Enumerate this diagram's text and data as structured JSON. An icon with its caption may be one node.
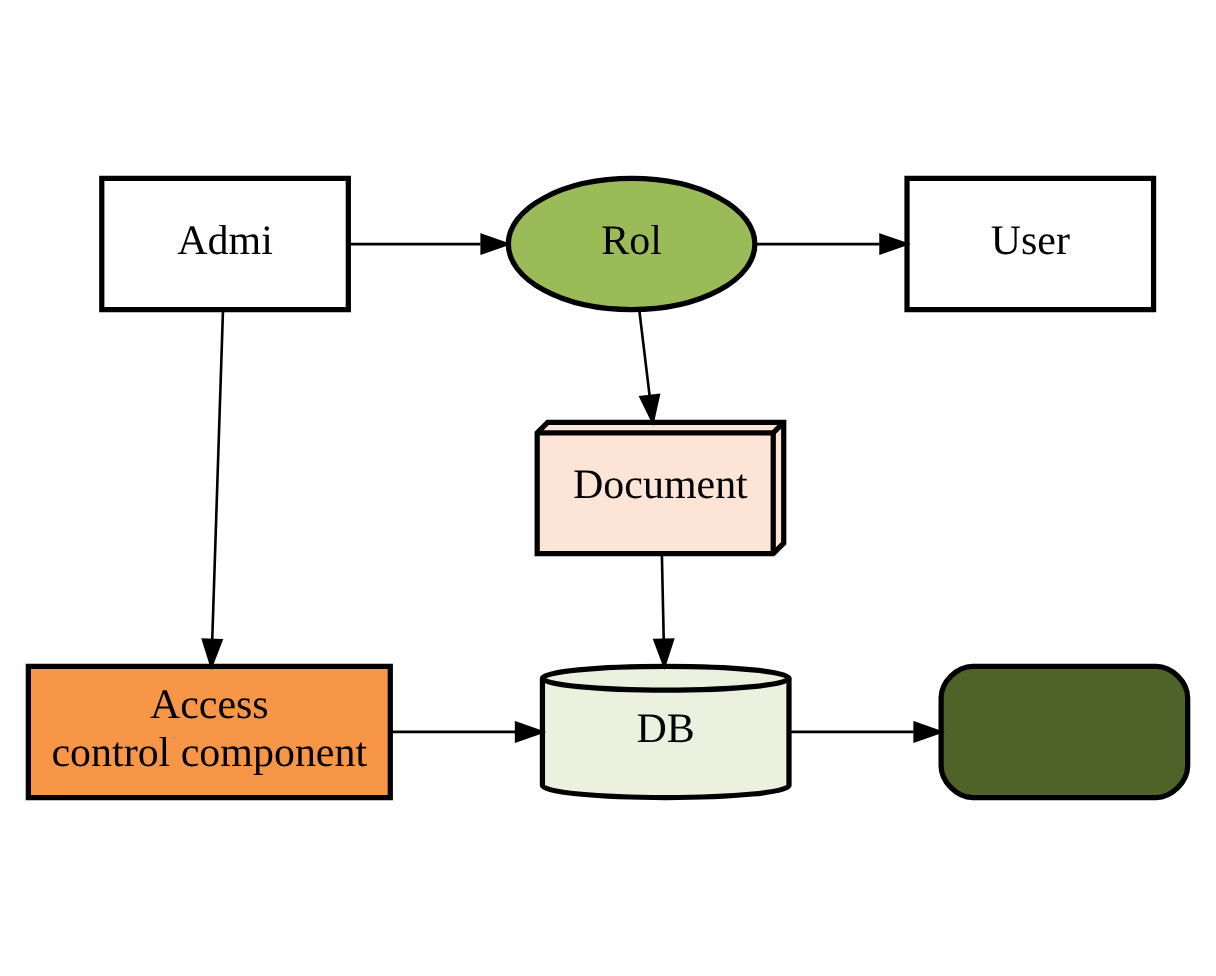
{
  "diagram": {
    "nodes": [
      {
        "text": [
          "Admi"
        ]
      },
      {
        "text": [
          "Rol"
        ]
      },
      {
        "text": [
          "User"
        ]
      },
      {
        "text": [
          "Document"
        ]
      },
      {
        "text": [
          "Access control component"
        ]
      },
      {
        "text": [
          "DB"
        ]
      },
      {
        "text": [],
        "shape": "box"
      }
    ],
    "edges": [
      {
        "from": 0,
        "to": 1,
        "arrow": "to"
      },
      {
        "from": 1,
        "to": 2,
        "arrow": "to"
      },
      {
        "from": 1,
        "to": 3,
        "arrow": "to"
      },
      {
        "from": 0,
        "to": 4,
        "arrow": "to"
      },
      {
        "from": 3,
        "to": 5,
        "arrow": "to"
      },
      {
        "from": 4,
        "to": 5,
        "arrow": "to"
      },
      {
        "from": 5,
        "to": 6,
        "arrow": "to"
      }
    ]
  }
}
